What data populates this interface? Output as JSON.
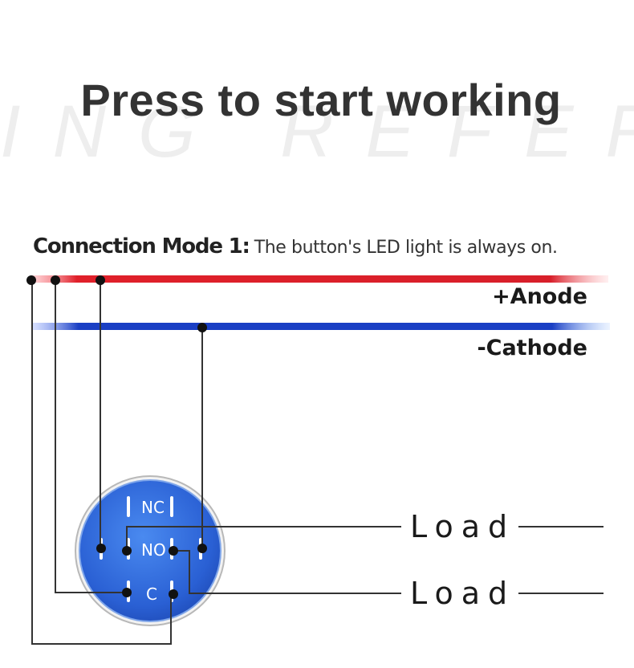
{
  "title": "Press to start working",
  "watermark": "ING REFERE",
  "mode": {
    "label": "Connection Mode 1:",
    "description": "The button's LED light is always on."
  },
  "rails": {
    "anode": "+Anode",
    "cathode": "-Cathode",
    "anode_color": "#e0202a",
    "cathode_color": "#1740c8"
  },
  "switch": {
    "nc": "NC",
    "no": "NO",
    "c": "C",
    "body_color": "#2a68d8"
  },
  "loads": [
    "Load",
    "Load"
  ]
}
